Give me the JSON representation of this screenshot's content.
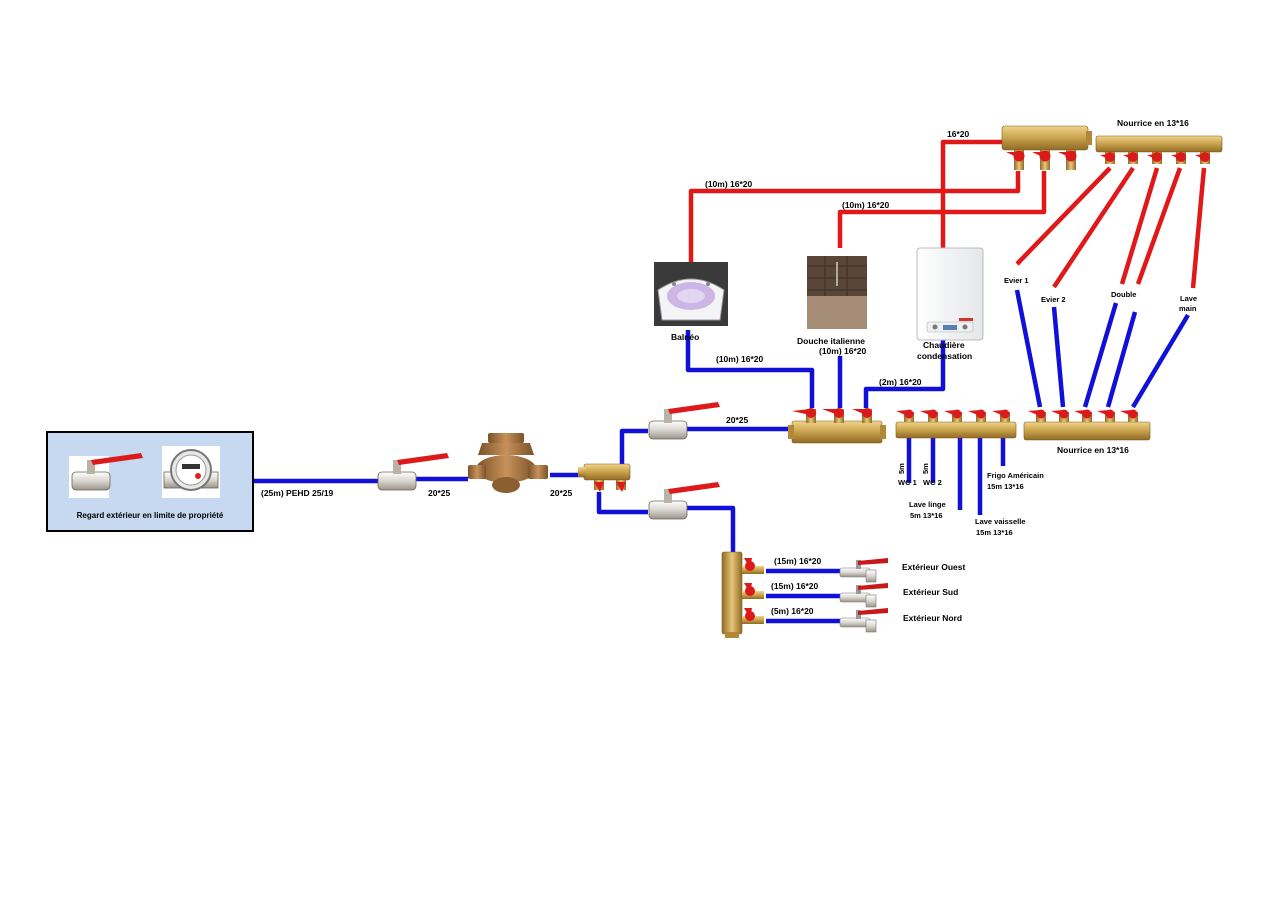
{
  "colors": {
    "cold_pipe": "#1010d8",
    "hot_pipe": "#e01818",
    "brass": "#c9a24c",
    "valve_handle": "#dd1a1a",
    "regard_box": "#c6d9f0"
  },
  "icons": [
    "ball-valve-icon",
    "water-meter-icon",
    "pressure-reducer-icon",
    "manifold-icon",
    "garden-tap-icon",
    "bathtub-photo",
    "shower-photo",
    "boiler-icon"
  ],
  "labels": {
    "regard": "Regard extérieur en limite de propriété",
    "pehd": "(25m) PEHD 25/19",
    "p2025_a": "20*25",
    "p2025_b": "20*25",
    "p2025_c": "20*25",
    "hot_1620": "16*20",
    "nourrice_hot": "Nourrice en 13*16",
    "nourrice_cold": "Nourrice en 13*16",
    "balneo_hot": "(10m) 16*20",
    "douche_hot": "(10m) 16*20",
    "balneo": "Balnéo",
    "douche": "Douche italienne",
    "chaudiere_1": "Chaudière",
    "chaudiere_2": "condensation",
    "balneo_cold": "(10m) 16*20",
    "douche_cold": "(10m) 16*20",
    "chaudiere_cold": "(2m) 16*20",
    "evier1": "Evier 1",
    "evier2": "Evier 2",
    "double": "Double",
    "lave_main_1": "Lave",
    "lave_main_2": "main",
    "wc1_len": "5m",
    "wc2_len": "5m",
    "wc1": "WC 1",
    "wc2": "WC 2",
    "lave_linge_1": "Lave linge",
    "lave_linge_2": "5m 13*16",
    "lave_vaisselle_1": "Lave vaisselle",
    "lave_vaisselle_2": "15m 13*16",
    "frigo_1": "Frigo Américain",
    "frigo_2": "15m 13*16",
    "ext_ouest_pipe": "(15m) 16*20",
    "ext_sud_pipe": "(15m) 16*20",
    "ext_nord_pipe": "(5m) 16*20",
    "ext_ouest": "Extérieur Ouest",
    "ext_sud": "Extérieur Sud",
    "ext_nord": "Extérieur Nord"
  }
}
